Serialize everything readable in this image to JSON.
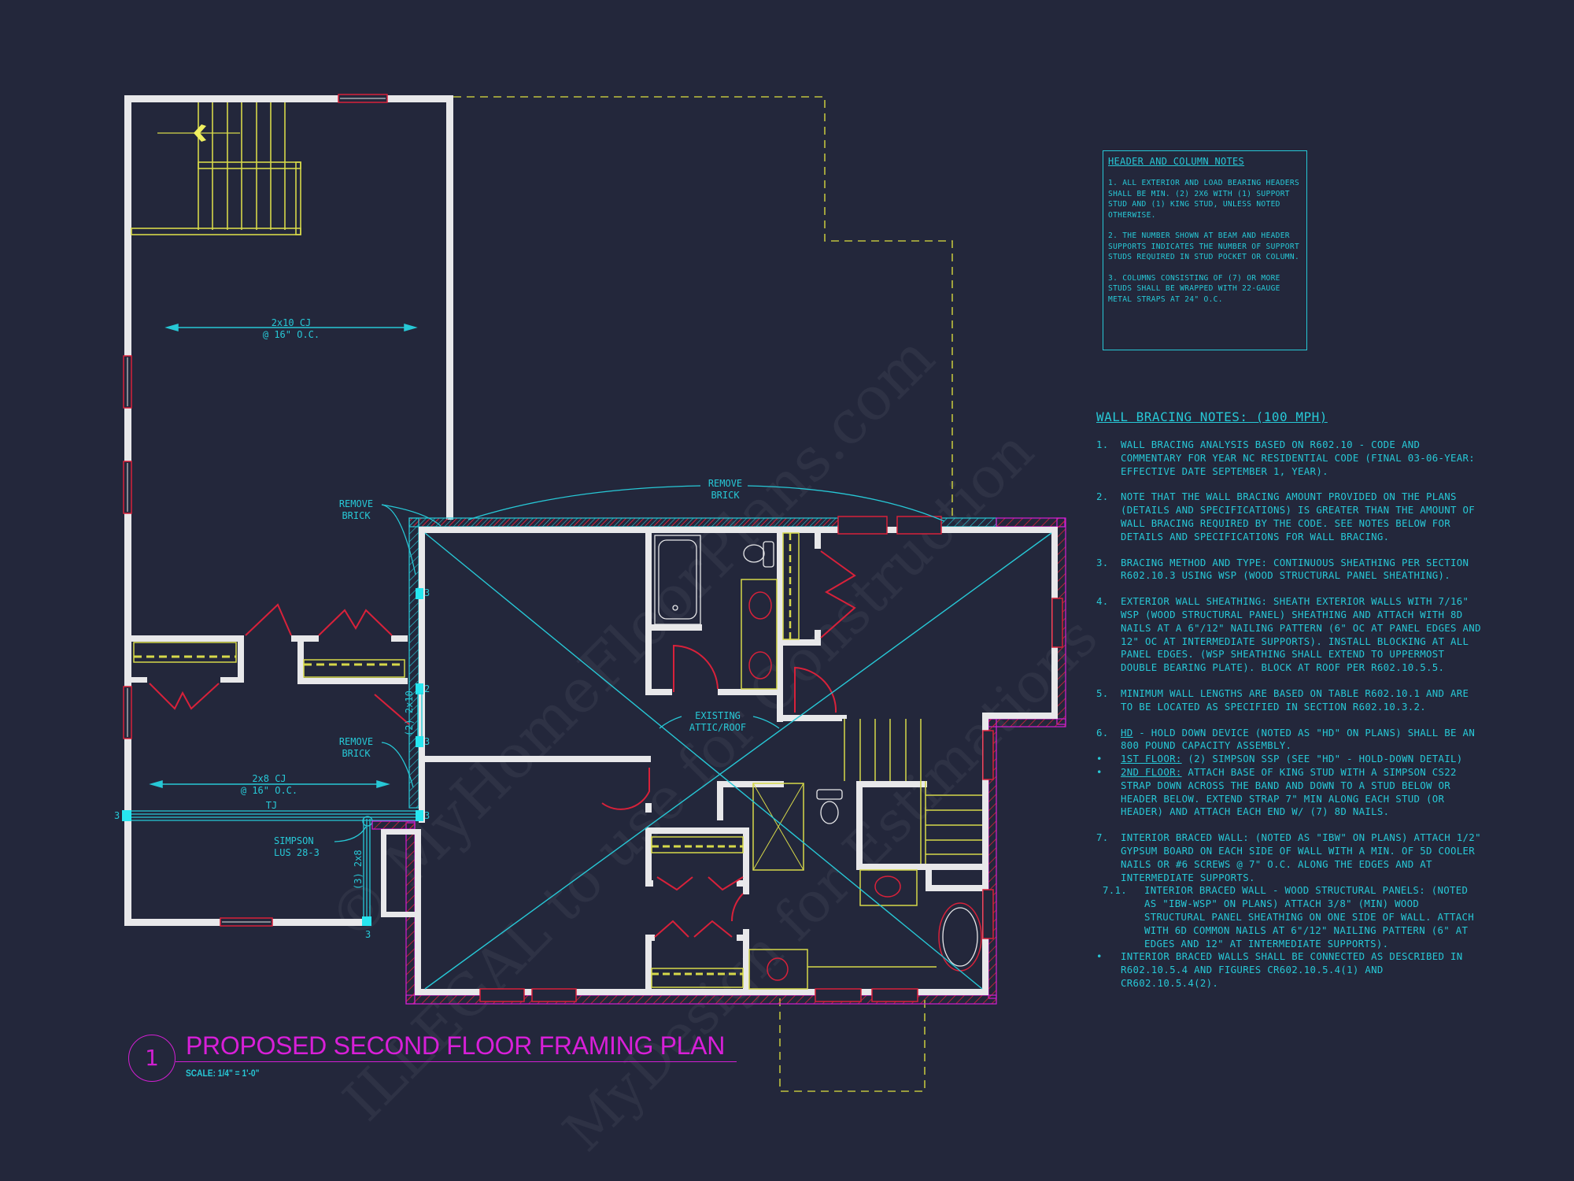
{
  "drawing": {
    "title": "PROPOSED SECOND FLOOR FRAMING PLAN",
    "detail_number": "1",
    "scale": "SCALE:   1/4\" = 1'-0\"",
    "colors": {
      "background": "#23273b",
      "wall": "#e8e8ea",
      "annotation": "#27c8d6",
      "door_window": "#d8213a",
      "stair_fixture": "#d6d84a",
      "title": "#d81fd8"
    }
  },
  "plan_labels": {
    "joist_upper": {
      "line1": "2x10 CJ",
      "line2": "@ 16\" O.C."
    },
    "joist_lower": {
      "line1": "2x8 CJ",
      "line2": "@ 16\" O.C."
    },
    "tj": "TJ",
    "remove_brick_1": {
      "line1": "REMOVE",
      "line2": "BRICK"
    },
    "remove_brick_2": {
      "line1": "REMOVE",
      "line2": "BRICK"
    },
    "remove_brick_3": {
      "line1": "REMOVE",
      "line2": "BRICK"
    },
    "existing_attic": {
      "line1": "EXISTING",
      "line2": "ATTIC/ROOF"
    },
    "simpson": {
      "line1": "SIMPSON",
      "line2": "LUS 28-3"
    },
    "header_2x10": "(2) 2x10",
    "beam_3x8": "(3) 2x8",
    "stud_counts": [
      "3",
      "2",
      "3",
      "3",
      "3",
      "3"
    ]
  },
  "header_column_notes": {
    "title": "HEADER AND COLUMN NOTES",
    "notes": [
      "1. ALL EXTERIOR AND LOAD BEARING HEADERS SHALL BE MIN. (2) 2x6 WITH (1) SUPPORT STUD AND (1) KING STUD, UNLESS NOTED OTHERWISE.",
      "2. THE NUMBER SHOWN AT BEAM AND HEADER SUPPORTS INDICATES THE NUMBER OF SUPPORT STUDS REQUIRED IN STUD POCKET OR COLUMN.",
      "3. COLUMNS CONSISTING OF (7) OR MORE STUDS SHALL BE WRAPPED WITH 22-GAUGE METAL STRAPS AT 24\" O.C."
    ]
  },
  "wall_bracing_notes": {
    "title": "WALL BRACING NOTES: (100 MPH)",
    "items": [
      {
        "num": "1.",
        "text": "WALL BRACING ANALYSIS BASED ON R602.10 - CODE AND COMMENTARY FOR YEAR NC RESIDENTIAL CODE (FINAL 03-06-YEAR: EFFECTIVE DATE SEPTEMBER 1, YEAR)."
      },
      {
        "num": "2.",
        "text": "NOTE THAT THE WALL BRACING AMOUNT PROVIDED ON THE PLANS (DETAILS AND SPECIFICATIONS) IS GREATER THAN THE AMOUNT OF WALL BRACING REQUIRED BY THE CODE. SEE NOTES BELOW FOR DETAILS AND SPECIFICATIONS FOR WALL BRACING."
      },
      {
        "num": "3.",
        "text": "BRACING METHOD AND TYPE: CONTINUOUS SHEATHING PER SECTION R602.10.3 USING WSP (WOOD STRUCTURAL PANEL SHEATHING)."
      },
      {
        "num": "4.",
        "text": "EXTERIOR WALL SHEATHING: SHEATH EXTERIOR WALLS WITH 7/16\" WSP (WOOD STRUCTURAL PANEL) SHEATHING AND ATTACH WITH 8d NAILS AT A 6\"/12\" NAILING PATTERN (6\" OC AT PANEL EDGES AND 12\" OC AT INTERMEDIATE SUPPORTS). INSTALL BLOCKING AT ALL PANEL EDGES. (WSP SHEATHING SHALL EXTEND TO UPPERMOST DOUBLE BEARING PLATE). BLOCK AT ROOF PER R602.10.5.5."
      },
      {
        "num": "5.",
        "text": "MINIMUM WALL LENGTHS ARE BASED ON TABLE R602.10.1 AND ARE TO BE LOCATED AS SPECIFIED IN SECTION R602.10.3.2."
      },
      {
        "num": "6.",
        "label": "HD",
        "text": " - HOLD DOWN DEVICE (NOTED AS \"HD\" ON PLANS) SHALL BE AN 800 POUND CAPACITY ASSEMBLY."
      },
      {
        "num": "•",
        "label": "1ST FLOOR:",
        "text": " (2) SIMPSON SSP (SEE \"HD\" - HOLD-DOWN DETAIL)"
      },
      {
        "num": "•",
        "label": "2ND FLOOR:",
        "text": " ATTACH BASE OF KING STUD WITH A SIMPSON CS22 STRAP DOWN ACROSS THE BAND AND DOWN TO A STUD BELOW OR HEADER BELOW.  EXTEND STRAP 7\" MIN ALONG EACH STUD (OR HEADER) AND ATTACH EACH END W/ (7) 8d NAILS."
      },
      {
        "num": "7.",
        "text": "INTERIOR BRACED WALL: (NOTED AS \"IBW\" ON PLANS) ATTACH 1/2\" GYPSUM BOARD ON EACH SIDE OF WALL WITH A MIN. OF 5d COOLER NAILS OR #6 SCREWS @ 7\" O.C. ALONG THE EDGES AND AT INTERMEDIATE SUPPORTS."
      },
      {
        "num": "7.1.",
        "text": "INTERIOR BRACED WALL - WOOD STRUCTURAL PANELS: (NOTED AS \"IBW-WSP\" ON PLANS) ATTACH 3/8\" (MIN) WOOD STRUCTURAL PANEL SHEATHING ON ONE SIDE OF WALL. ATTACH WITH 6d COMMON NAILS AT 6\"/12\" NAILING PATTERN (6\" AT EDGES AND 12\" AT INTERMEDIATE SUPPORTS)."
      },
      {
        "num": "•",
        "text": "INTERIOR BRACED WALLS SHALL BE CONNECTED AS DESCRIBED IN R602.10.5.4 AND FIGURES CR602.10.5.4(1) AND CR602.10.5.4(2)."
      }
    ]
  },
  "watermarks": [
    "© MyHomeFloorPlans.com",
    "ILLEGAL to use for Construction",
    "MyDesign for Estimations"
  ]
}
